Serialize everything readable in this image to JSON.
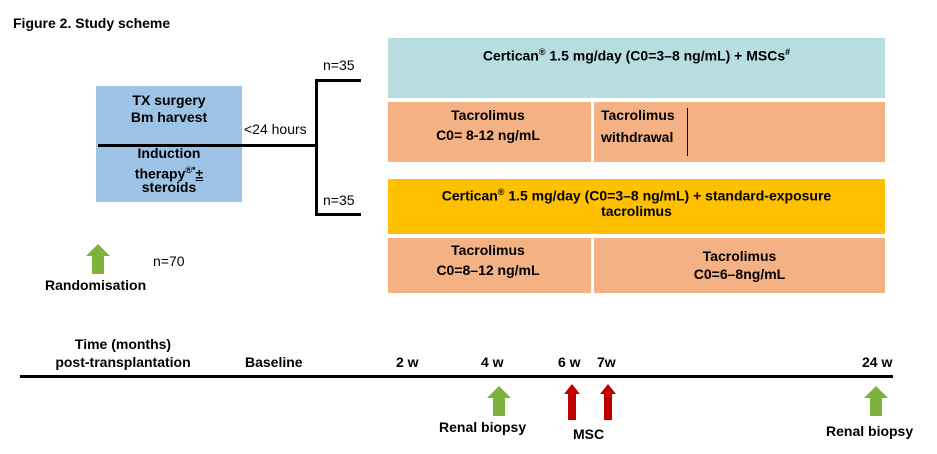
{
  "figure_title": "Figure 2. Study scheme",
  "colors": {
    "blue_box": "#9dc3e6",
    "teal_box": "#b7dde1",
    "salmon_box": "#f4b183",
    "yellow_box": "#ffc000",
    "green_arrow": "#7fb23a",
    "red_arrow": "#c00000",
    "line": "#000000"
  },
  "left_box": {
    "top_line1": "TX surgery",
    "top_line2": "Bm harvest",
    "bottom_line1": "Induction",
    "bottom_line2_pre": "therapy",
    "bottom_line2_sup": "®*",
    "bottom_line2_post": "±",
    "bottom_line3": "steroids"
  },
  "time_window_label": "<24 hours",
  "arm_counts": {
    "upper": "n=35",
    "lower": "n=35"
  },
  "total_count": "n=70",
  "randomisation_label": "Randomisation",
  "arm1": {
    "header_pre": "Certican",
    "header_reg": "®",
    "header_post": " 1.5 mg/day (C0=3–8 ng/mL) + MSCs",
    "header_sup": "#",
    "cell1_line1": "Tacrolimus",
    "cell1_line2": "C0= 8-12 ng/mL",
    "cell2_line1": "Tacrolimus",
    "cell2_line2": "withdrawal"
  },
  "arm2": {
    "header_pre": "Certican",
    "header_reg": "®",
    "header_post": " 1.5 mg/day (C0=3–8 ng/mL) + standard-exposure",
    "header_line2": "tacrolimus",
    "cell1_line1": "Tacrolimus",
    "cell1_line2": "C0=8–12 ng/mL",
    "cell2_line1": "Tacrolimus",
    "cell2_line2": "C0=6–8ng/mL"
  },
  "timeline": {
    "axis_label_line1": "Time (months)",
    "axis_label_line2": "post-transplantation",
    "ticks": [
      "Baseline",
      "2 w",
      "4 w",
      "6 w",
      "7w",
      "24 w"
    ],
    "renal_biopsy_4w": "Renal biopsy",
    "msc_label": "MSC",
    "renal_biopsy_24w": "Renal biopsy"
  }
}
